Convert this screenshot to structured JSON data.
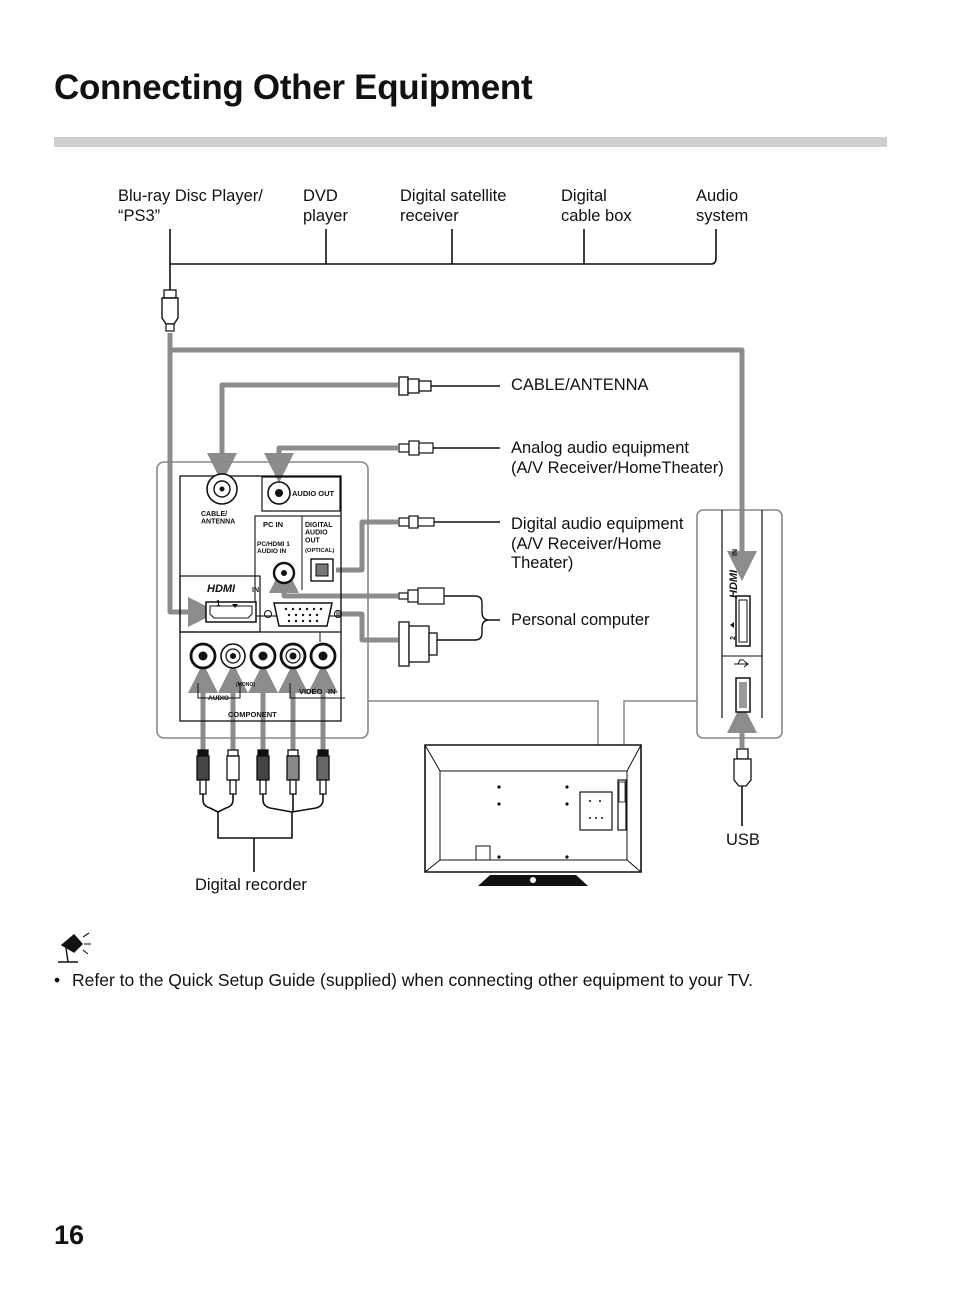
{
  "page": {
    "title": "Connecting Other Equipment",
    "page_number": "16"
  },
  "top_devices": [
    {
      "label": "Blu-ray Disc Player/\n“PS3”"
    },
    {
      "label": "DVD\nplayer"
    },
    {
      "label": "Digital satellite\nreceiver"
    },
    {
      "label": "Digital\ncable box"
    },
    {
      "label": "Audio\nsystem"
    }
  ],
  "right_labels": {
    "cable_antenna": "CABLE/ANTENNA",
    "analog_audio": "Analog audio equipment\n(A/V Receiver/HomeTheater)",
    "digital_audio": "Digital audio equipment\n(A/V Receiver/Home\nTheater)",
    "personal_computer": "Personal computer",
    "usb": "USB",
    "digital_recorder": "Digital recorder"
  },
  "panel_labels": {
    "cable_antenna_jack": "CABLE/\nANTENNA",
    "audio_out": "AUDIO  OUT",
    "pc_in": "PC IN",
    "digital_audio_out": "DIGITAL\nAUDIO\nOUT",
    "optical": "(OPTICAL)",
    "pc_hdmi_audio_in": "PC/HDMI 1\nAUDIO IN",
    "hdmi_logo": "HDMI",
    "hdmi_in": "IN",
    "hdmi_port_1": "1",
    "audio": "AUDIO",
    "video": "VIDEO",
    "video_in": "IN",
    "component": "COMPONENT",
    "mono": "(MONO)",
    "side_hdmi_in": "IN",
    "side_hdmi_port_2": "2"
  },
  "note": {
    "icon": "hint-lamp-icon",
    "bullet": "•",
    "text": "Refer to the Quick Setup Guide (supplied) when connecting other equipment to your TV."
  },
  "colors": {
    "cable_gray": "#8c8c8c",
    "rule_gray": "#cfcfcf",
    "panel_border": "#888888",
    "line_black": "#111111"
  }
}
